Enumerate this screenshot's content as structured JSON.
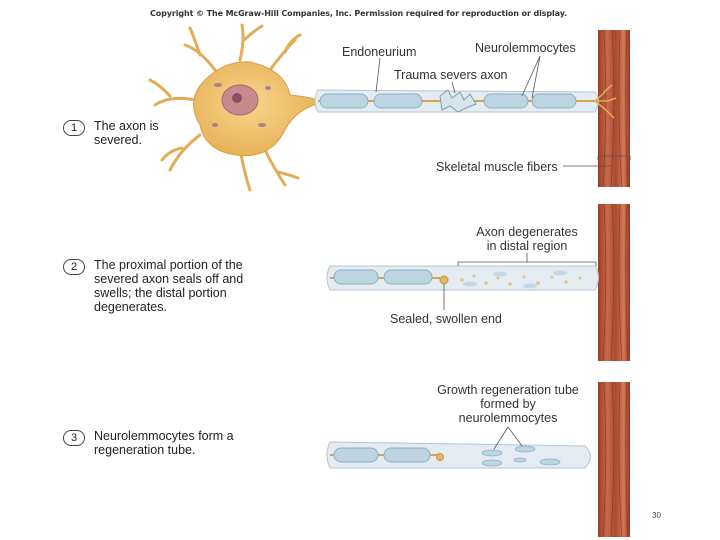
{
  "copyright": "Copyright © The McGraw-Hill Companies, Inc. Permission required for reproduction or display.",
  "steps": [
    {
      "number": "1",
      "text": "The axon is severed."
    },
    {
      "number": "2",
      "text": "The proximal portion of the severed axon seals off and swells; the distal portion degenerates."
    },
    {
      "number": "3",
      "text": "Neurolemmocytes form a regeneration tube."
    }
  ],
  "labels": {
    "endoneurium": "Endoneurium",
    "neurolemmocytes": "Neurolemmocytes",
    "trauma": "Trauma severs axon",
    "skeletal_muscle": "Skeletal muscle fibers",
    "axon_degen_line1": "Axon degenerates",
    "axon_degen_line2": "in distal region",
    "sealed_end": "Sealed, swollen end",
    "growth_line1": "Growth regeneration tube",
    "growth_line2": "formed by",
    "growth_line3": "neurolemmocytes"
  },
  "colors": {
    "neuron_body": "#f2c46e",
    "nucleus": "#c98a8e",
    "muscle": "#b85a3c",
    "schwann": "#bcd5e0",
    "tube": "#e4ecf2",
    "axon": "#d9a450"
  },
  "page_number": "30"
}
